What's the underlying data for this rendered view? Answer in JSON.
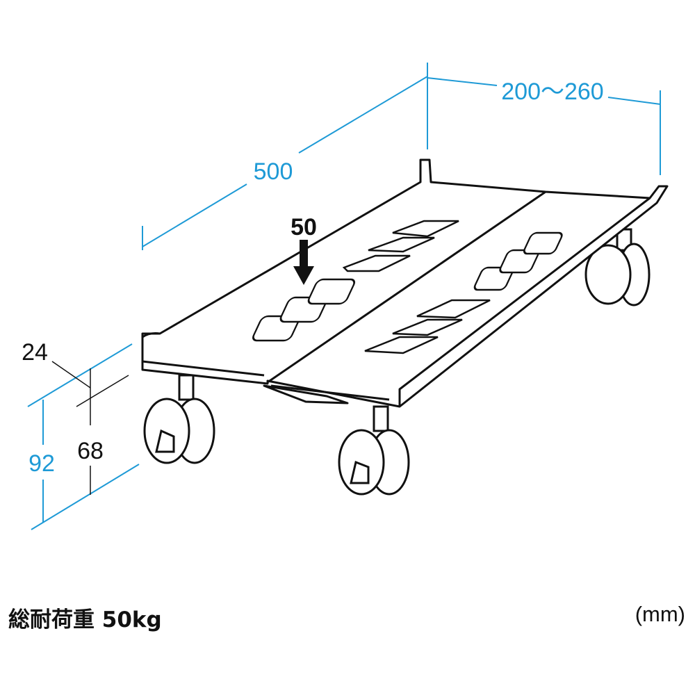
{
  "dimensions": {
    "length": "500",
    "width": "200～260",
    "rail_height": "24",
    "clearance": "68",
    "total_height": "92",
    "hole_pitch": "50"
  },
  "footer": {
    "load_label": "総耐荷重 50kg",
    "unit": "(mm)"
  },
  "colors": {
    "dimension": "#1e9ad6",
    "line": "#111111"
  }
}
